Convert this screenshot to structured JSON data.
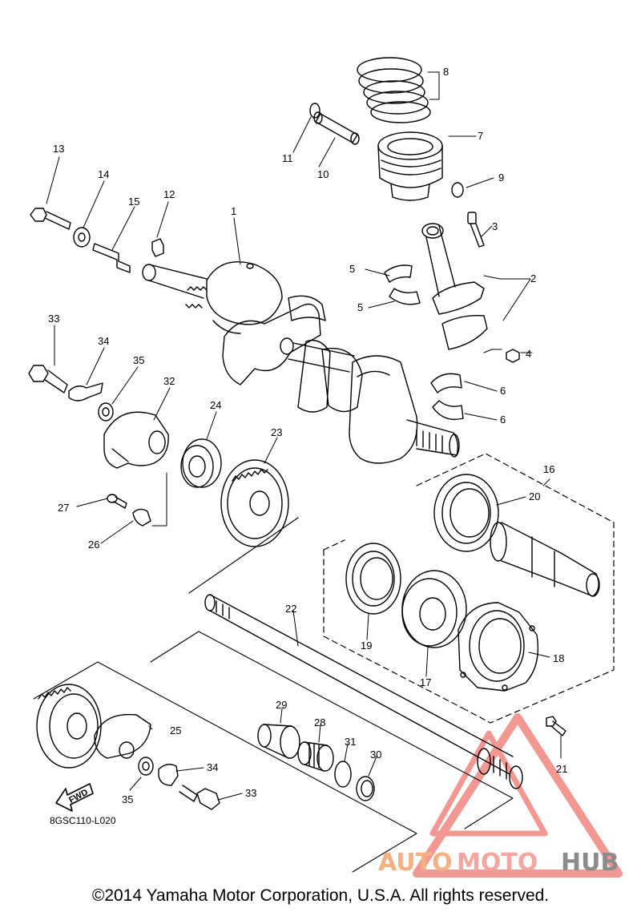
{
  "diagram": {
    "part_code": "8GSC110-L020",
    "fwd_label": "FWD",
    "copyright": "©2014 Yamaha Motor Corporation, U.S.A. All rights reserved.",
    "watermark": {
      "auto": "AUTO",
      "moto": "MOTO",
      "hub": "HUB",
      "color_auto": "#f4b183",
      "color_moto": "#f4a6a0",
      "color_hub": "#8c8c8c",
      "triangle_color": "#e8433a"
    },
    "callouts": [
      {
        "id": "c1",
        "label": "1"
      },
      {
        "id": "c2",
        "label": "2"
      },
      {
        "id": "c3",
        "label": "3"
      },
      {
        "id": "c4",
        "label": "4"
      },
      {
        "id": "c5a",
        "label": "5"
      },
      {
        "id": "c5b",
        "label": "5"
      },
      {
        "id": "c6a",
        "label": "6"
      },
      {
        "id": "c6b",
        "label": "6"
      },
      {
        "id": "c7",
        "label": "7"
      },
      {
        "id": "c8",
        "label": "8"
      },
      {
        "id": "c9",
        "label": "9"
      },
      {
        "id": "c10",
        "label": "10"
      },
      {
        "id": "c11",
        "label": "11"
      },
      {
        "id": "c12",
        "label": "12"
      },
      {
        "id": "c13",
        "label": "13"
      },
      {
        "id": "c14",
        "label": "14"
      },
      {
        "id": "c15",
        "label": "15"
      },
      {
        "id": "c16",
        "label": "16"
      },
      {
        "id": "c17",
        "label": "17"
      },
      {
        "id": "c18",
        "label": "18"
      },
      {
        "id": "c19",
        "label": "19"
      },
      {
        "id": "c20",
        "label": "20"
      },
      {
        "id": "c21",
        "label": "21"
      },
      {
        "id": "c22",
        "label": "22"
      },
      {
        "id": "c23",
        "label": "23"
      },
      {
        "id": "c24",
        "label": "24"
      },
      {
        "id": "c25",
        "label": "25"
      },
      {
        "id": "c26",
        "label": "26"
      },
      {
        "id": "c27",
        "label": "27"
      },
      {
        "id": "c28",
        "label": "28"
      },
      {
        "id": "c29",
        "label": "29"
      },
      {
        "id": "c30",
        "label": "30"
      },
      {
        "id": "c31",
        "label": "31"
      },
      {
        "id": "c32",
        "label": "32"
      },
      {
        "id": "c33a",
        "label": "33"
      },
      {
        "id": "c33b",
        "label": "33"
      },
      {
        "id": "c34a",
        "label": "34"
      },
      {
        "id": "c34b",
        "label": "34"
      },
      {
        "id": "c35a",
        "label": "35"
      },
      {
        "id": "c35b",
        "label": "35"
      }
    ]
  }
}
